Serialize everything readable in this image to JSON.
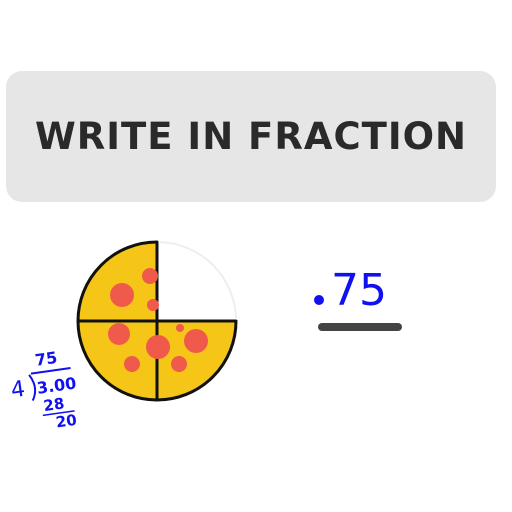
{
  "banner": {
    "title": "WRITE IN FRACTION"
  },
  "pizza": {
    "slices_shown": 3,
    "slices_total": 4,
    "crust_color": "#F5C518",
    "topping_color": "#F05A4A",
    "outline_color": "#111111"
  },
  "answer": {
    "value_text": "75",
    "ink_color": "#1010f0"
  },
  "scribble": {
    "quotient": "75",
    "divisor": "4",
    "dividend": "3.00",
    "step_1": "28",
    "step_2": "20"
  }
}
